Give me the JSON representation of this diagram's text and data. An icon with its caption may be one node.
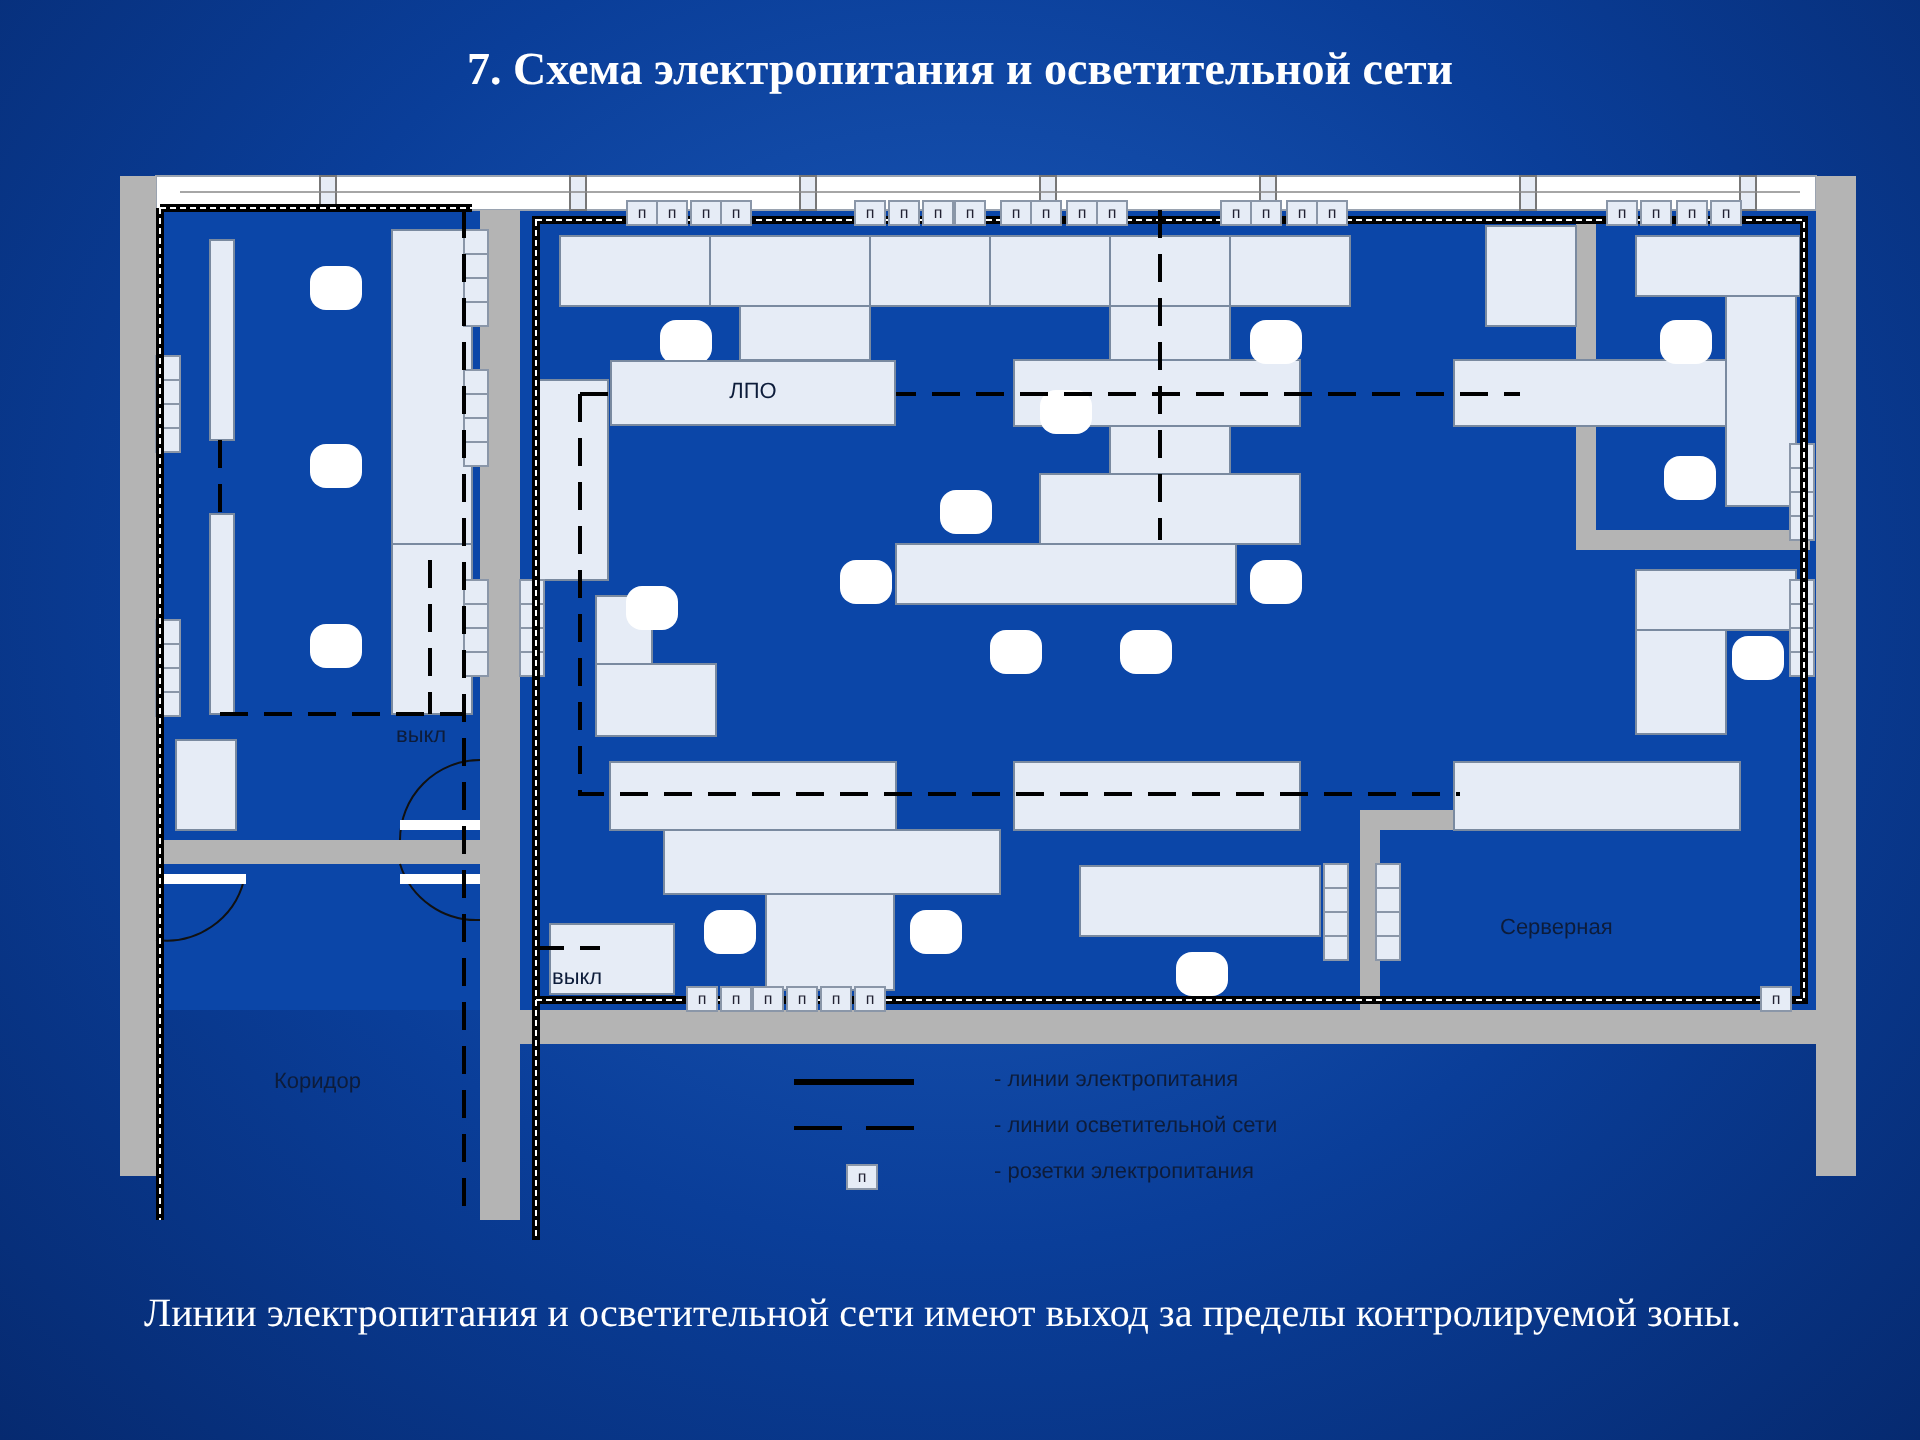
{
  "diagram": {
    "title": "7. Схема электропитания и осветительной сети",
    "caption": "Линии электропитания и осветительной сети имеют выход за пределы контролируемой зоны.",
    "nodes": [
      {
        "text": [
          "п"
        ]
      },
      {
        "text": [
          "п"
        ]
      },
      {
        "text": [
          "п"
        ]
      },
      {
        "text": [
          "п"
        ]
      },
      {
        "text": [
          "п"
        ]
      },
      {
        "text": [
          "п"
        ]
      },
      {
        "text": [
          "п"
        ]
      },
      {
        "text": [
          "п"
        ]
      },
      {
        "text": [
          "п"
        ]
      },
      {
        "text": [
          "п"
        ]
      },
      {
        "text": [
          "п"
        ]
      },
      {
        "text": [
          "п"
        ]
      },
      {
        "text": [
          "п"
        ]
      },
      {
        "text": [
          "п"
        ]
      },
      {
        "text": [
          "п"
        ]
      },
      {
        "text": [
          "п"
        ]
      },
      {
        "text": [
          "п"
        ]
      },
      {
        "text": [
          "п"
        ]
      },
      {
        "text": [
          "п"
        ]
      },
      {
        "text": [
          "п"
        ]
      },
      {
        "text": [
          "ЛПО"
        ]
      },
      {
        "text": [
          "п"
        ]
      },
      {
        "text": [
          "п"
        ]
      },
      {
        "text": [
          "п"
        ]
      },
      {
        "text": [
          "п"
        ]
      },
      {
        "text": [
          "п"
        ]
      },
      {
        "text": [
          "п"
        ]
      },
      {
        "text": [
          "п"
        ]
      },
      {
        "text": [
          "п"
        ]
      }
    ],
    "labels": [
      "выкл",
      "Серверная",
      "выкл",
      "Коридор"
    ],
    "legend": [
      {
        "text": "- линии электропитания"
      },
      {
        "text": "- линии осветительной сети"
      },
      {
        "text": "- розетки электропитания"
      }
    ]
  }
}
